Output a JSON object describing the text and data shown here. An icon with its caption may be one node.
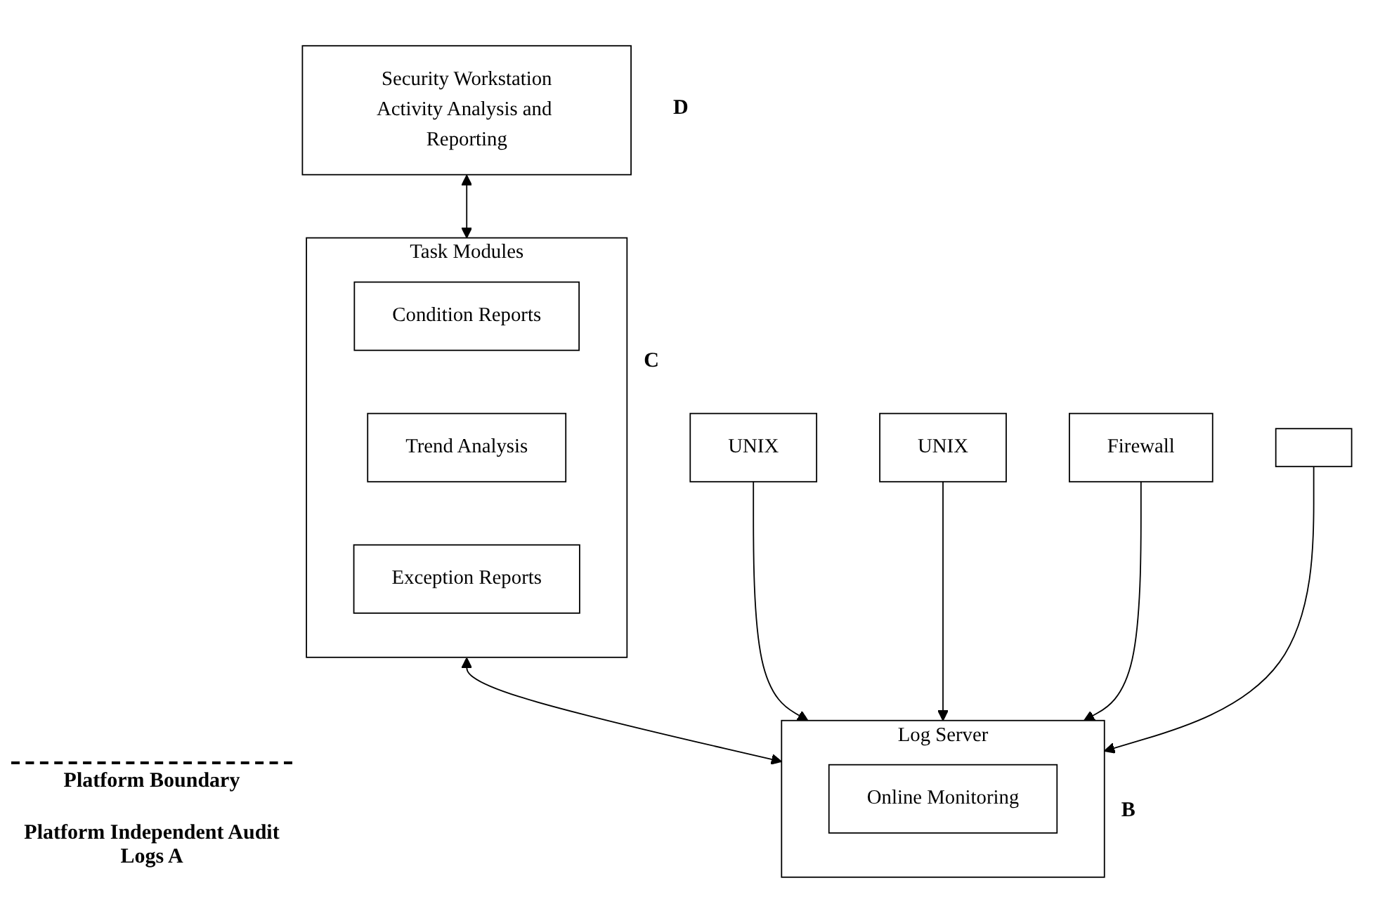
{
  "diagram": {
    "nodes": [
      {
        "text": [
          "Security Workstation",
          "Activity Analysis and Reporting"
        ],
        "beside": [
          "D"
        ]
      },
      {
        "text": [
          "Task Modules"
        ],
        "beside": [
          "C"
        ]
      },
      {
        "text": [
          "Condition Reports"
        ],
        "in": 1
      },
      {
        "text": [
          "Trend Analysis"
        ],
        "in": 1
      },
      {
        "text": [
          "Exception Reports"
        ],
        "in": 1
      },
      {
        "text": [
          "Log Server"
        ],
        "beside": [
          "B"
        ]
      },
      {
        "text": [
          "Online Monitoring"
        ],
        "in": 5
      },
      {
        "text": [
          "UNIX"
        ]
      },
      {
        "text": [
          "UNIX"
        ]
      },
      {
        "text": [
          "Firewall"
        ]
      },
      {
        "text": [],
        "shape": "box"
      }
    ],
    "edges": [
      {
        "from": 0,
        "to": 1,
        "arrow": "both"
      },
      {
        "from": 1,
        "to": 5,
        "arrow": "both"
      },
      {
        "from": 7,
        "to": 5,
        "arrow": "to"
      },
      {
        "from": 8,
        "to": 5,
        "arrow": "to"
      },
      {
        "from": 9,
        "to": 5,
        "arrow": "to"
      },
      {
        "from": 10,
        "to": 5,
        "arrow": "to"
      }
    ],
    "labels": [
      "Platform Boundary",
      "Platform Independent Audit Logs A"
    ]
  }
}
